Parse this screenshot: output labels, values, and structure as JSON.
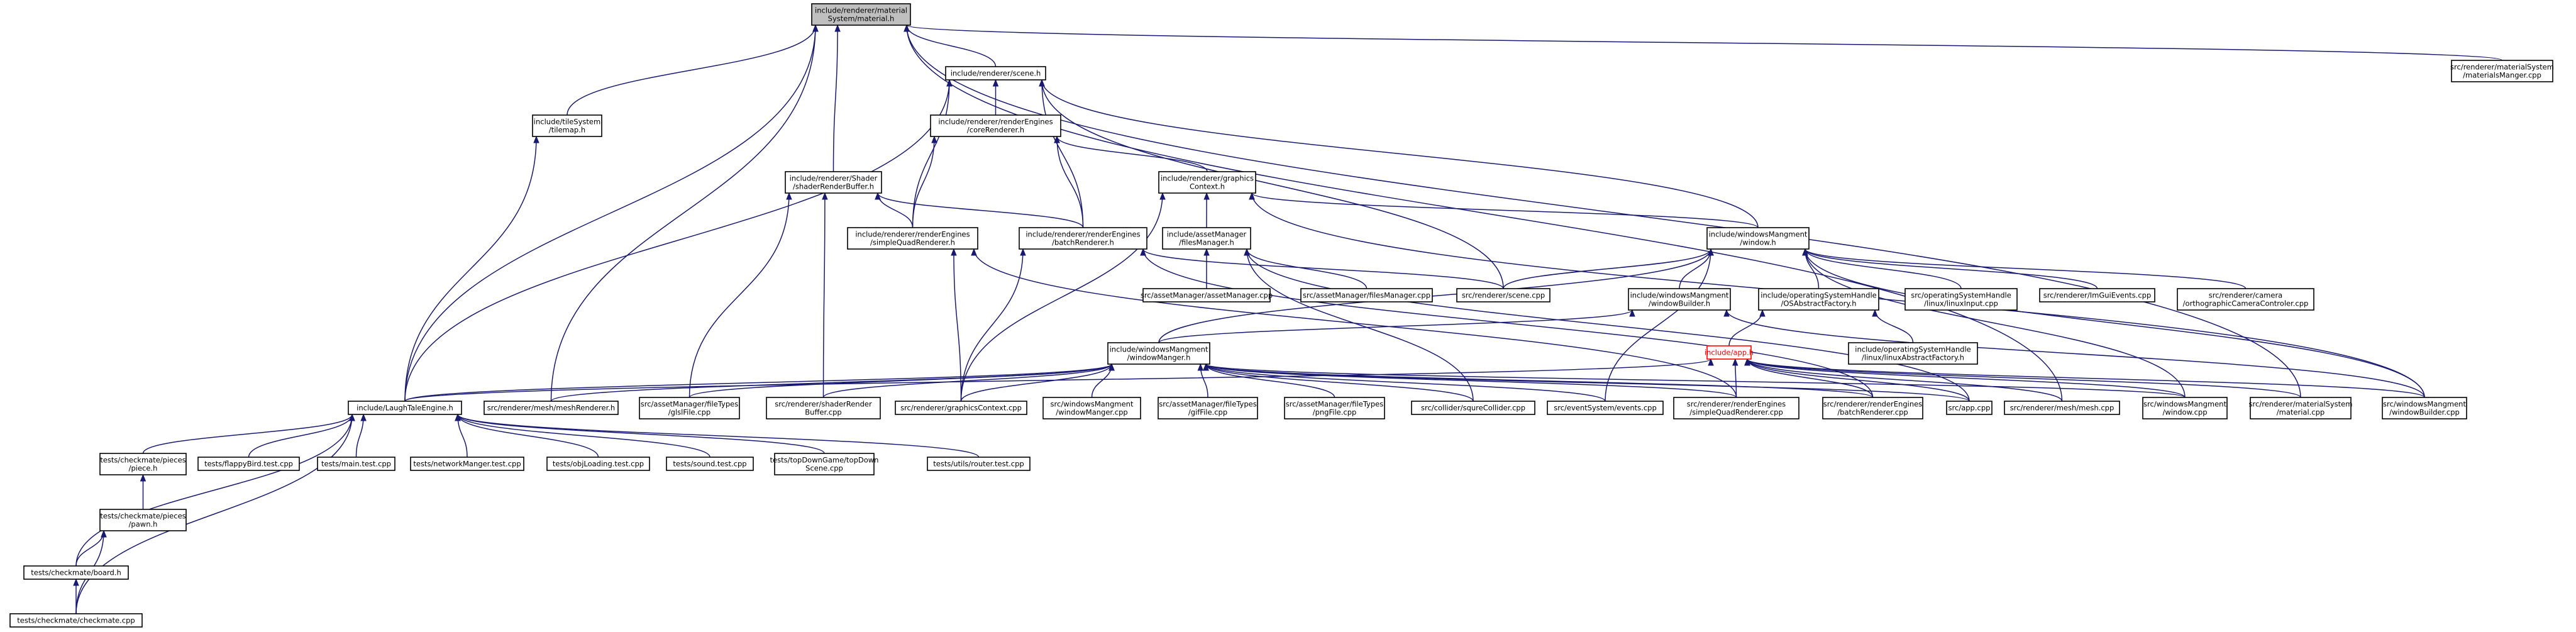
{
  "graph": {
    "edge_color": "#191970",
    "node_border_color": "#000000",
    "root_fill_color": "#bfbfbf",
    "highlight_border_color": "#ff0000",
    "nodes": [
      {
        "id": "material_h",
        "lines": [
          "include/renderer/material",
          "System/material.h"
        ],
        "style": "root"
      },
      {
        "id": "scene_h",
        "lines": [
          "include/renderer/scene.h"
        ]
      },
      {
        "id": "materialsManager_cpp",
        "lines": [
          "src/renderer/materialSystem",
          "/materialsManger.cpp"
        ]
      },
      {
        "id": "tilemap_h",
        "lines": [
          "include/tileSystem",
          "/tilemap.h"
        ]
      },
      {
        "id": "coreRenderer_h",
        "lines": [
          "include/renderer/renderEngines",
          "/coreRenderer.h"
        ]
      },
      {
        "id": "shaderRenderBuffer_h",
        "lines": [
          "include/renderer/Shader",
          "/shaderRenderBuffer.h"
        ]
      },
      {
        "id": "graphicsContext_h",
        "lines": [
          "include/renderer/graphics",
          "Context.h"
        ]
      },
      {
        "id": "simpleQuadRenderer_h",
        "lines": [
          "include/renderer/renderEngines",
          "/simpleQuadRenderer.h"
        ]
      },
      {
        "id": "batchRenderer_h",
        "lines": [
          "include/renderer/renderEngines",
          "/batchRenderer.h"
        ]
      },
      {
        "id": "filesManager_h",
        "lines": [
          "include/assetManager",
          "/filesManager.h"
        ]
      },
      {
        "id": "window_h",
        "lines": [
          "include/windowsMangment",
          "/window.h"
        ]
      },
      {
        "id": "assetManager_cpp",
        "lines": [
          "src/assetManager/assetManager.cpp"
        ]
      },
      {
        "id": "filesManager_cpp",
        "lines": [
          "src/assetManager/filesManager.cpp"
        ]
      },
      {
        "id": "scene_cpp",
        "lines": [
          "src/renderer/scene.cpp"
        ]
      },
      {
        "id": "windowBuilder_h",
        "lines": [
          "include/windowsMangment",
          "/windowBuilder.h"
        ]
      },
      {
        "id": "OSAbstractFactory_h",
        "lines": [
          "include/operatingSystemHandle",
          "/OSAbstractFactory.h"
        ]
      },
      {
        "id": "linuxInput_cpp",
        "lines": [
          "src/operatingSystemHandle",
          "/linux/linuxInput.cpp"
        ]
      },
      {
        "id": "ImGuiEvents_cpp",
        "lines": [
          "src/renderer/ImGuiEvents.cpp"
        ]
      },
      {
        "id": "orthographicCameraControler_cpp",
        "lines": [
          "src/renderer/camera",
          "/orthographicCameraControler.cpp"
        ]
      },
      {
        "id": "windowManager_h",
        "lines": [
          "include/windowsMangment",
          "/windowManger.h"
        ]
      },
      {
        "id": "app_h",
        "lines": [
          "include/app.h"
        ],
        "style": "red"
      },
      {
        "id": "linuxAbstractFactory_h",
        "lines": [
          "include/operatingSystemHandle",
          "/linux/linuxAbstractFactory.h"
        ]
      },
      {
        "id": "LaughTaleEngine_h",
        "lines": [
          "include/LaughTaleEngine.h"
        ]
      },
      {
        "id": "meshRenderer_h",
        "lines": [
          "src/renderer/mesh/meshRenderer.h"
        ]
      },
      {
        "id": "glsFile_cpp",
        "lines": [
          "src/assetManager/fileTypes",
          "/glslFile.cpp"
        ]
      },
      {
        "id": "shaderRenderBuffer_cpp",
        "lines": [
          "src/renderer/shaderRender",
          "Buffer.cpp"
        ]
      },
      {
        "id": "graphicsContext_cpp",
        "lines": [
          "src/renderer/graphicsContext.cpp"
        ]
      },
      {
        "id": "windowManger_cpp",
        "lines": [
          "src/windowsMangment",
          "/windowManger.cpp"
        ]
      },
      {
        "id": "gifFile_cpp",
        "lines": [
          "src/assetManager/fileTypes",
          "/gifFile.cpp"
        ]
      },
      {
        "id": "pngFile_cpp",
        "lines": [
          "src/assetManager/fileTypes",
          "/pngFile.cpp"
        ]
      },
      {
        "id": "squreCollider_cpp",
        "lines": [
          "src/collider/squreCollider.cpp"
        ]
      },
      {
        "id": "events_cpp",
        "lines": [
          "src/eventSystem/events.cpp"
        ]
      },
      {
        "id": "simpleQuadRenderer_cpp",
        "lines": [
          "src/renderer/renderEngines",
          "/simpleQuadRenderer.cpp"
        ]
      },
      {
        "id": "batchRenderer_cpp",
        "lines": [
          "src/renderer/renderEngines",
          "/batchRenderer.cpp"
        ]
      },
      {
        "id": "app_cpp",
        "lines": [
          "src/app.cpp"
        ]
      },
      {
        "id": "mesh_cpp",
        "lines": [
          "src/renderer/mesh/mesh.cpp"
        ]
      },
      {
        "id": "window_cpp",
        "lines": [
          "src/windowsMangment",
          "/window.cpp"
        ]
      },
      {
        "id": "material_cpp",
        "lines": [
          "src/renderer/materialSystem",
          "/material.cpp"
        ]
      },
      {
        "id": "windowBuilder_cpp",
        "lines": [
          "src/windowsMangment",
          "/windowBuilder.cpp"
        ]
      },
      {
        "id": "piece_h",
        "lines": [
          "tests/checkmate/pieces",
          "/piece.h"
        ]
      },
      {
        "id": "flappyBird_test_cpp",
        "lines": [
          "tests/flappyBird.test.cpp"
        ]
      },
      {
        "id": "main_test_cpp",
        "lines": [
          "tests/main.test.cpp"
        ]
      },
      {
        "id": "networkManger_test_cpp",
        "lines": [
          "tests/networkManger.test.cpp"
        ]
      },
      {
        "id": "objLoading_test_cpp",
        "lines": [
          "tests/objLoading.test.cpp"
        ]
      },
      {
        "id": "sound_test_cpp",
        "lines": [
          "tests/sound.test.cpp"
        ]
      },
      {
        "id": "topDownScene_cpp",
        "lines": [
          "tests/topDownGame/topDown",
          "Scene.cpp"
        ]
      },
      {
        "id": "router_test_cpp",
        "lines": [
          "tests/utils/router.test.cpp"
        ]
      },
      {
        "id": "pawn_h",
        "lines": [
          "tests/checkmate/pieces",
          "/pawn.h"
        ]
      },
      {
        "id": "board_h",
        "lines": [
          "tests/checkmate/board.h"
        ]
      },
      {
        "id": "checkmate_cpp",
        "lines": [
          "tests/checkmate/checkmate.cpp"
        ]
      }
    ],
    "edges": [
      [
        "material_h",
        "scene_h"
      ],
      [
        "material_h",
        "materialsManager_cpp"
      ],
      [
        "material_h",
        "tilemap_h"
      ],
      [
        "material_h",
        "shaderRenderBuffer_h"
      ],
      [
        "material_h",
        "LaughTaleEngine_h"
      ],
      [
        "material_h",
        "meshRenderer_h"
      ],
      [
        "material_h",
        "mesh_cpp"
      ],
      [
        "material_h",
        "material_cpp"
      ],
      [
        "scene_h",
        "coreRenderer_h"
      ],
      [
        "scene_h",
        "simpleQuadRenderer_h"
      ],
      [
        "scene_h",
        "batchRenderer_h"
      ],
      [
        "scene_h",
        "window_h"
      ],
      [
        "scene_h",
        "scene_cpp"
      ],
      [
        "scene_h",
        "LaughTaleEngine_h"
      ],
      [
        "tilemap_h",
        "LaughTaleEngine_h"
      ],
      [
        "coreRenderer_h",
        "graphicsContext_h"
      ],
      [
        "coreRenderer_h",
        "simpleQuadRenderer_h"
      ],
      [
        "coreRenderer_h",
        "batchRenderer_h"
      ],
      [
        "shaderRenderBuffer_h",
        "simpleQuadRenderer_h"
      ],
      [
        "shaderRenderBuffer_h",
        "batchRenderer_h"
      ],
      [
        "shaderRenderBuffer_h",
        "glsFile_cpp"
      ],
      [
        "shaderRenderBuffer_h",
        "shaderRenderBuffer_cpp"
      ],
      [
        "graphicsContext_h",
        "filesManager_h"
      ],
      [
        "graphicsContext_h",
        "window_h"
      ],
      [
        "graphicsContext_h",
        "graphicsContext_cpp"
      ],
      [
        "graphicsContext_h",
        "windowBuilder_cpp"
      ],
      [
        "simpleQuadRenderer_h",
        "graphicsContext_cpp"
      ],
      [
        "simpleQuadRenderer_h",
        "simpleQuadRenderer_cpp"
      ],
      [
        "batchRenderer_h",
        "graphicsContext_cpp"
      ],
      [
        "batchRenderer_h",
        "scene_cpp"
      ],
      [
        "batchRenderer_h",
        "batchRenderer_cpp"
      ],
      [
        "filesManager_h",
        "assetManager_cpp"
      ],
      [
        "filesManager_h",
        "filesManager_cpp"
      ],
      [
        "filesManager_h",
        "squreCollider_cpp"
      ],
      [
        "filesManager_h",
        "app_cpp"
      ],
      [
        "window_h",
        "scene_cpp"
      ],
      [
        "window_h",
        "windowBuilder_h"
      ],
      [
        "window_h",
        "OSAbstractFactory_h"
      ],
      [
        "window_h",
        "linuxInput_cpp"
      ],
      [
        "window_h",
        "ImGuiEvents_cpp"
      ],
      [
        "window_h",
        "orthographicCameraControler_cpp"
      ],
      [
        "window_h",
        "windowManager_h"
      ],
      [
        "window_h",
        "events_cpp"
      ],
      [
        "window_h",
        "window_cpp"
      ],
      [
        "window_h",
        "windowBuilder_cpp"
      ],
      [
        "windowBuilder_h",
        "windowManager_h"
      ],
      [
        "windowBuilder_h",
        "windowBuilder_cpp"
      ],
      [
        "OSAbstractFactory_h",
        "app_h"
      ],
      [
        "OSAbstractFactory_h",
        "linuxAbstractFactory_h"
      ],
      [
        "windowManager_h",
        "LaughTaleEngine_h"
      ],
      [
        "windowManager_h",
        "meshRenderer_h"
      ],
      [
        "windowManager_h",
        "glsFile_cpp"
      ],
      [
        "windowManager_h",
        "shaderRenderBuffer_cpp"
      ],
      [
        "windowManager_h",
        "graphicsContext_cpp"
      ],
      [
        "windowManager_h",
        "windowManger_cpp"
      ],
      [
        "windowManager_h",
        "gifFile_cpp"
      ],
      [
        "windowManager_h",
        "pngFile_cpp"
      ],
      [
        "windowManager_h",
        "squreCollider_cpp"
      ],
      [
        "windowManager_h",
        "events_cpp"
      ],
      [
        "windowManager_h",
        "simpleQuadRenderer_cpp"
      ],
      [
        "windowManager_h",
        "batchRenderer_cpp"
      ],
      [
        "windowManager_h",
        "app_cpp"
      ],
      [
        "windowManager_h",
        "window_cpp"
      ],
      [
        "app_h",
        "LaughTaleEngine_h"
      ],
      [
        "app_h",
        "simpleQuadRenderer_cpp"
      ],
      [
        "app_h",
        "batchRenderer_cpp"
      ],
      [
        "app_h",
        "app_cpp"
      ],
      [
        "app_h",
        "mesh_cpp"
      ],
      [
        "app_h",
        "window_cpp"
      ],
      [
        "app_h",
        "material_cpp"
      ],
      [
        "app_h",
        "windowBuilder_cpp"
      ],
      [
        "LaughTaleEngine_h",
        "piece_h"
      ],
      [
        "LaughTaleEngine_h",
        "flappyBird_test_cpp"
      ],
      [
        "LaughTaleEngine_h",
        "main_test_cpp"
      ],
      [
        "LaughTaleEngine_h",
        "networkManger_test_cpp"
      ],
      [
        "LaughTaleEngine_h",
        "objLoading_test_cpp"
      ],
      [
        "LaughTaleEngine_h",
        "sound_test_cpp"
      ],
      [
        "LaughTaleEngine_h",
        "topDownScene_cpp"
      ],
      [
        "LaughTaleEngine_h",
        "router_test_cpp"
      ],
      [
        "LaughTaleEngine_h",
        "board_h"
      ],
      [
        "LaughTaleEngine_h",
        "checkmate_cpp"
      ],
      [
        "piece_h",
        "pawn_h"
      ],
      [
        "pawn_h",
        "board_h"
      ],
      [
        "pawn_h",
        "checkmate_cpp"
      ],
      [
        "board_h",
        "checkmate_cpp"
      ]
    ]
  }
}
